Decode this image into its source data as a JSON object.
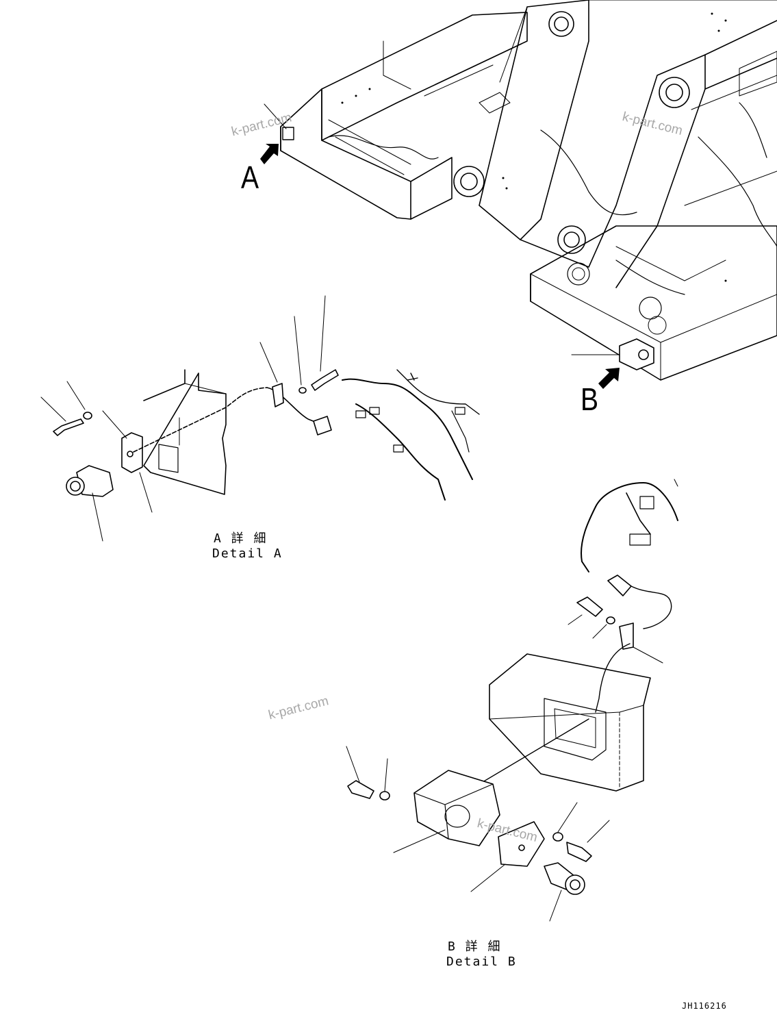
{
  "view_labels": {
    "a": "A",
    "b": "B"
  },
  "detail_a": {
    "jp": "A 詳 細",
    "en": "Detail A"
  },
  "detail_b": {
    "jp": "B 詳 細",
    "en": "Detail B"
  },
  "watermark": "k-part.com",
  "drawing_number": "JH116216"
}
